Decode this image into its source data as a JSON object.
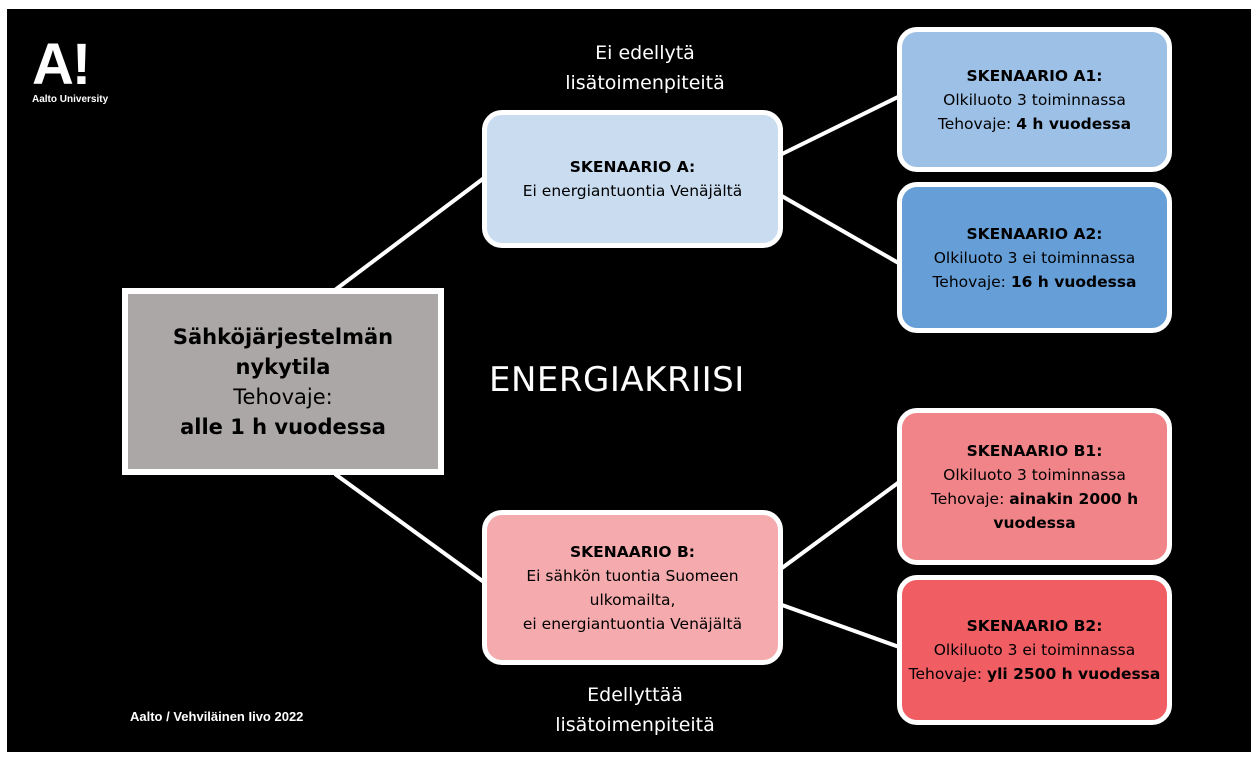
{
  "logo": {
    "mark": "A!",
    "sub": "Aalto University"
  },
  "root": {
    "line1": "Sähköjärjestelmän",
    "line2": "nykytila",
    "line3": "Tehovaje:",
    "line4": "alle 1 h vuodessa"
  },
  "center_label": "ENERGIAKRIISI",
  "caption_top": {
    "line1": "Ei edellytä",
    "line2": "lisätoimenpiteitä"
  },
  "caption_bottom": {
    "line1": "Edellyttää",
    "line2": "lisätoimenpiteitä"
  },
  "scenario_a": {
    "title": "SKENAARIO A:",
    "line1": "Ei energiantuontia Venäjältä",
    "color": "#c9dcf0"
  },
  "scenario_b": {
    "title": "SKENAARIO B:",
    "line1": "Ei sähkön tuontia Suomeen",
    "line2": "ulkomailta,",
    "line3": "ei energiantuontia Venäjältä",
    "color": "#f5abae"
  },
  "scenario_a1": {
    "title": "SKENAARIO A1:",
    "line1": "Olkiluoto 3 toiminnassa",
    "prefix": "Tehovaje: ",
    "value": "4 h vuodessa",
    "color": "#9dc0e6"
  },
  "scenario_a2": {
    "title": "SKENAARIO A2:",
    "line1": "Olkiluoto 3 ei toiminnassa",
    "prefix": "Tehovaje: ",
    "value": "16 h vuodessa",
    "color": "#669fd8"
  },
  "scenario_b1": {
    "title": "SKENAARIO B1:",
    "line1": "Olkiluoto 3 toiminnassa",
    "prefix": "Tehovaje: ",
    "value": "ainakin 2000 h",
    "value2": "vuodessa",
    "color": "#f08488"
  },
  "scenario_b2": {
    "title": "SKENAARIO B2:",
    "line1": "Olkiluoto 3 ei toiminnassa",
    "prefix": "Tehovaje: ",
    "value": "yli 2500 h vuodessa",
    "color": "#f05d63"
  },
  "footer": "Aalto / Vehviläinen Iivo 2022"
}
